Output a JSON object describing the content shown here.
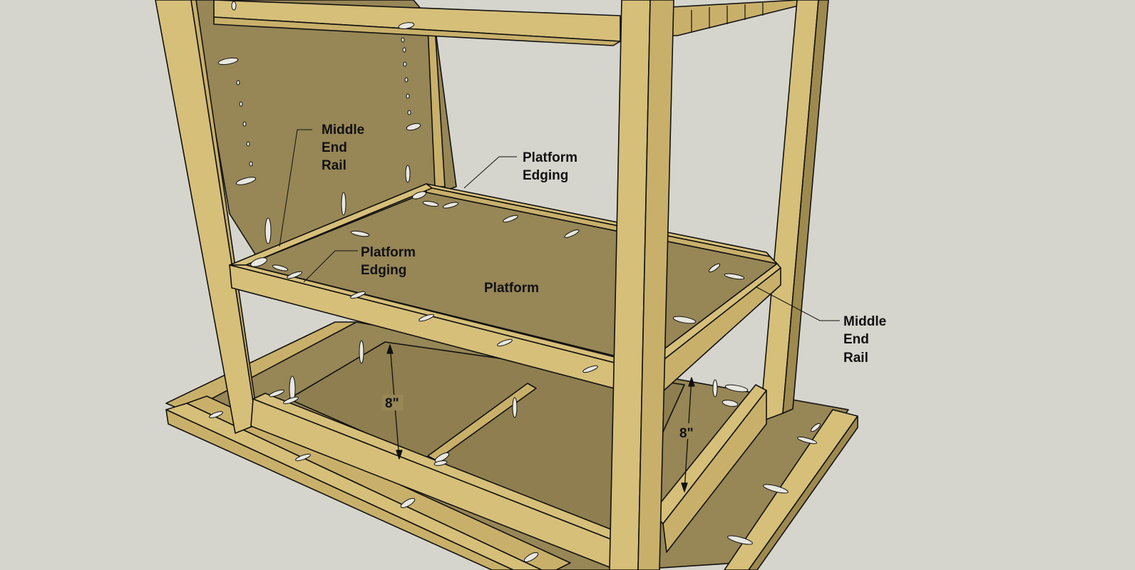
{
  "labels": {
    "middle_end_rail_left": [
      "Middle",
      "End",
      "Rail"
    ],
    "platform_edging_back": [
      "Platform",
      "Edging"
    ],
    "platform_edging_front": [
      "Platform",
      "Edging"
    ],
    "platform": "Platform",
    "middle_end_rail_right": [
      "Middle",
      "End",
      "Rail"
    ],
    "dimension_front": "8\"",
    "dimension_right": "8\""
  },
  "colors": {
    "background": "#d6d5cd",
    "wood_light": "#d6bf79",
    "wood_mid": "#c9b06a",
    "wood_dark": "#9e8a4e",
    "panel": "#978656",
    "panel_shadow": "#7f7044",
    "outline": "#111111",
    "pocket_hole": "#e8e7e0"
  }
}
